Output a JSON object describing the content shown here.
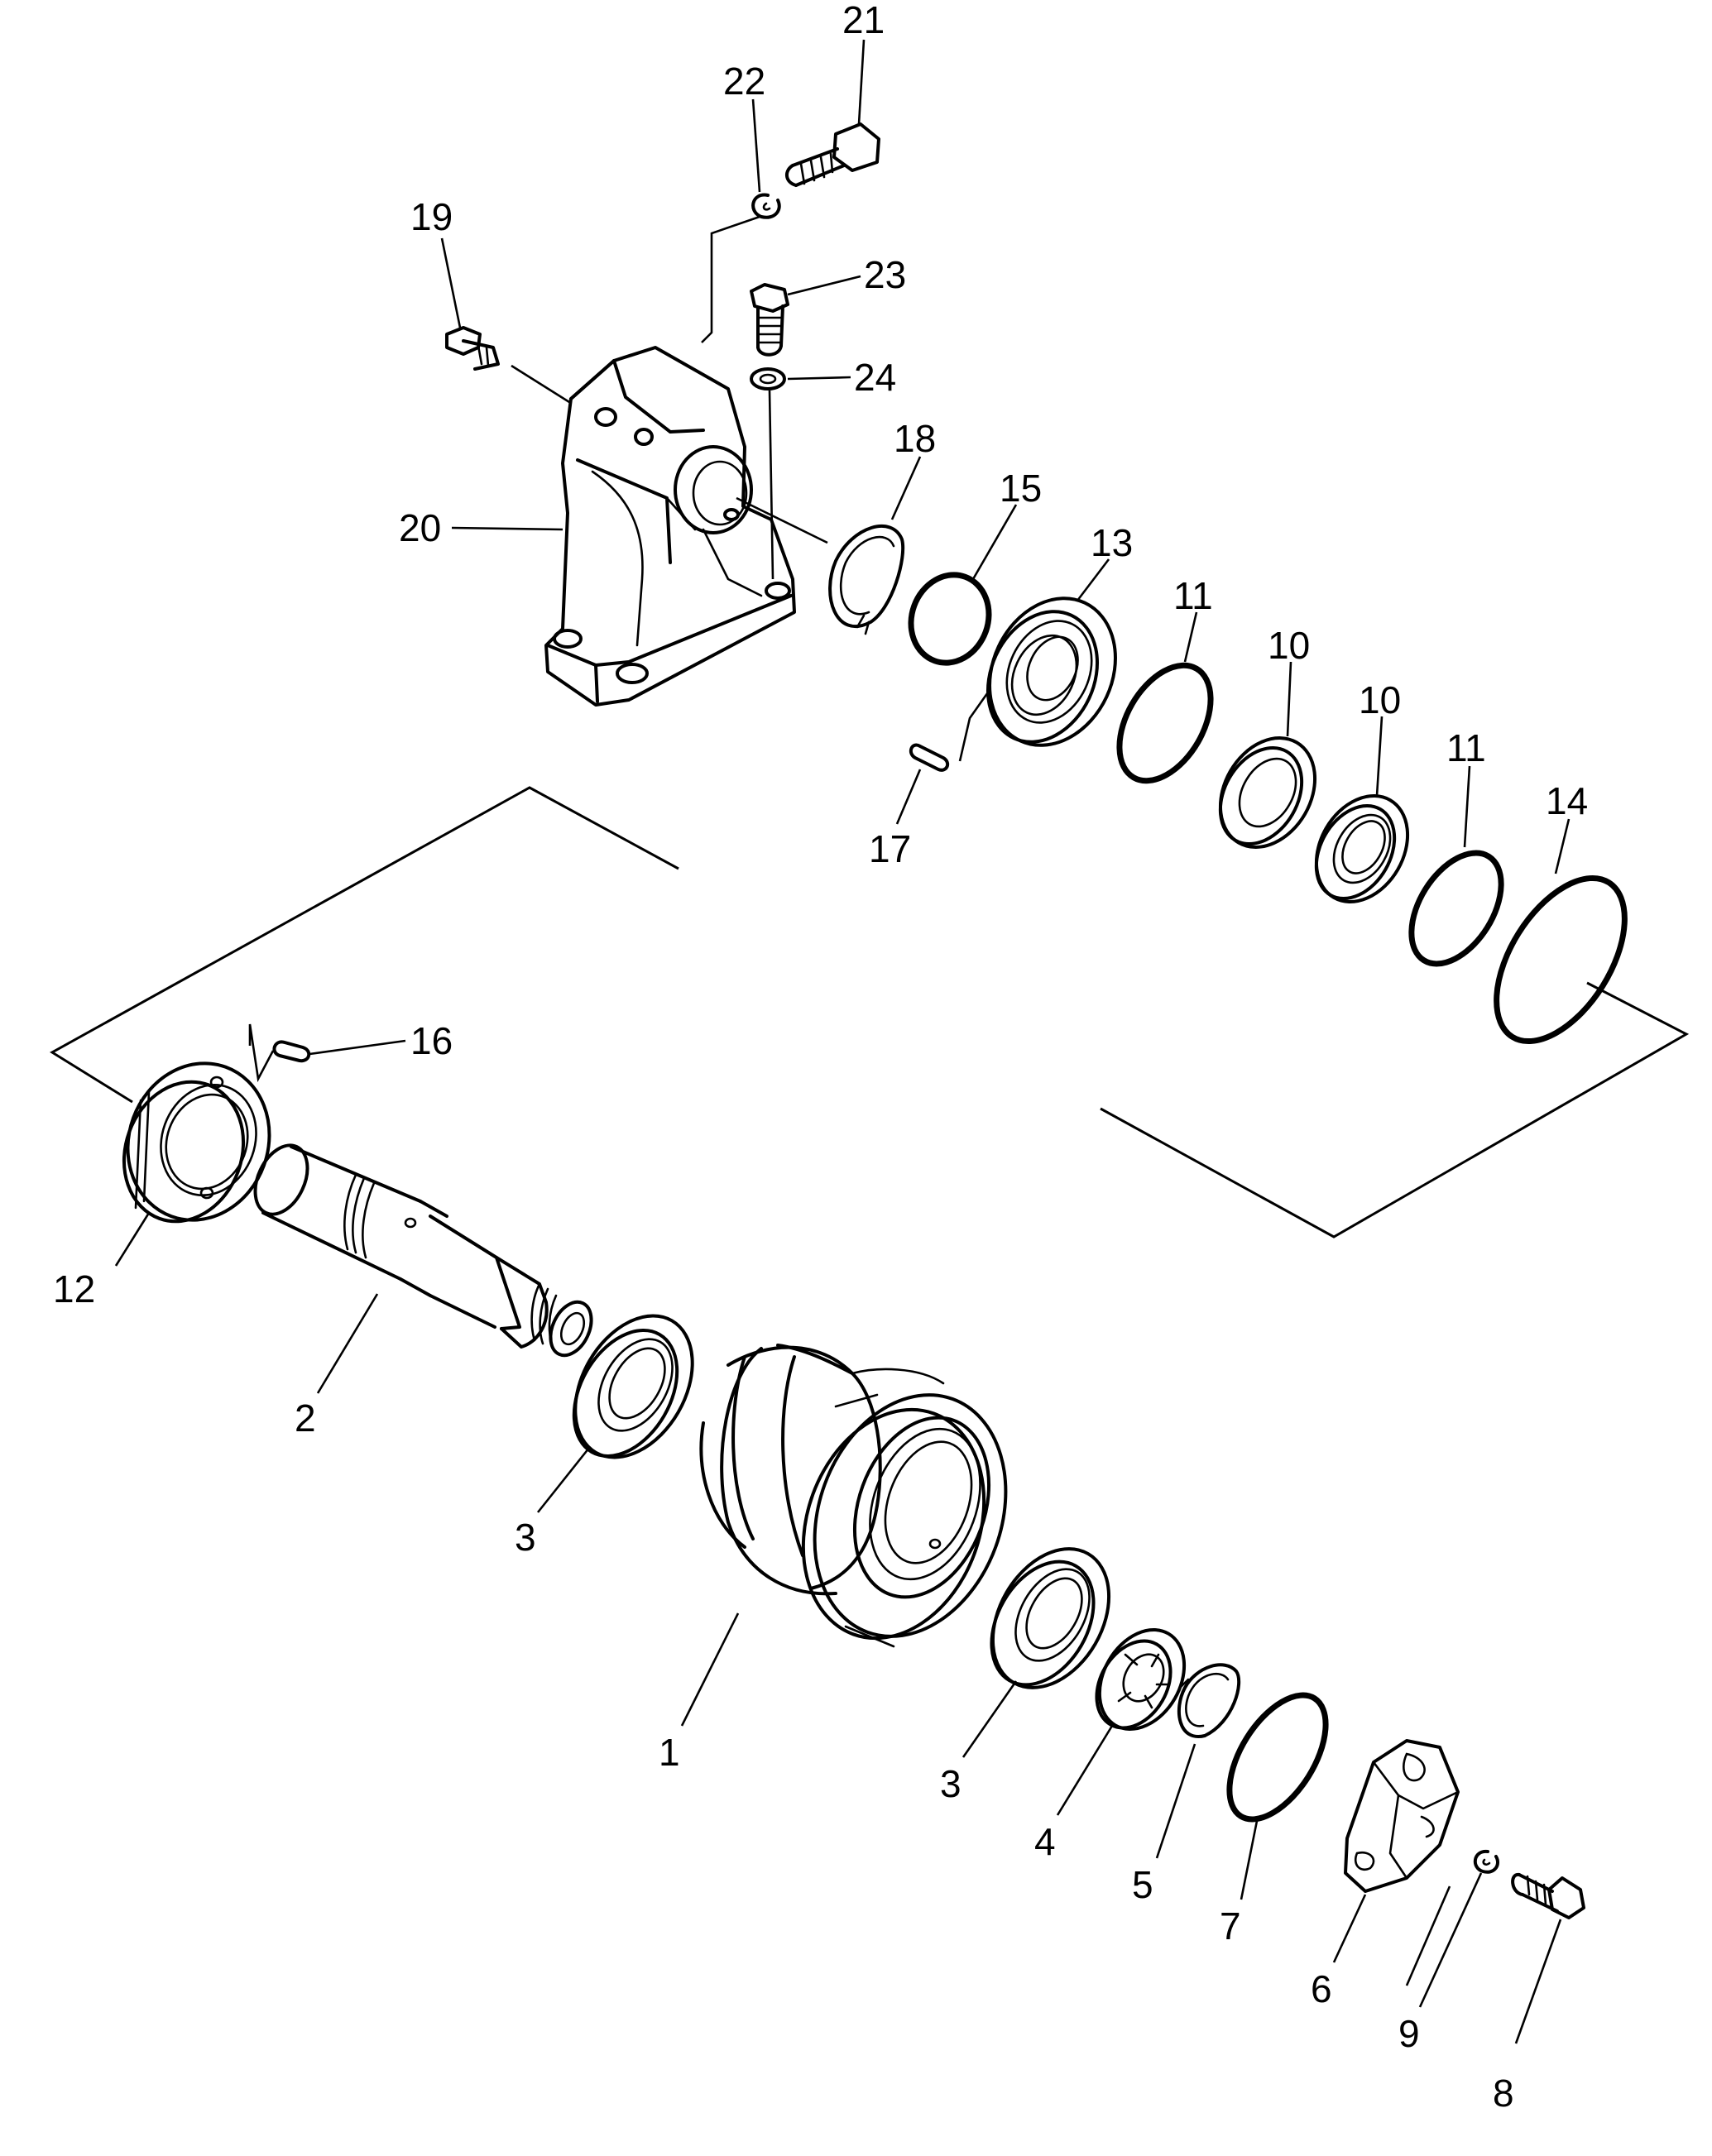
{
  "callouts": {
    "p1": "1",
    "p2": "2",
    "p3a": "3",
    "p3b": "3",
    "p4": "4",
    "p5": "5",
    "p6": "6",
    "p7": "7",
    "p8": "8",
    "p9": "9",
    "p10a": "10",
    "p10b": "10",
    "p11a": "11",
    "p11b": "11",
    "p12": "12",
    "p13": "13",
    "p14": "14",
    "p15": "15",
    "p16": "16",
    "p17": "17",
    "p18": "18",
    "p19": "19",
    "p20": "20",
    "p21": "21",
    "p22": "22",
    "p23": "23",
    "p24": "24"
  }
}
